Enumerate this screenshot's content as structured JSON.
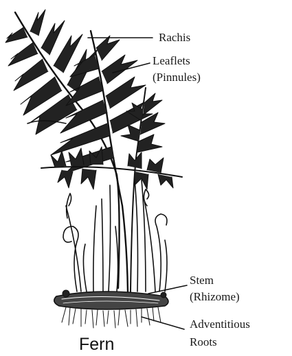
{
  "diagram": {
    "caption": "Fern",
    "labels": {
      "rachis": "Rachis",
      "leaflets_1": "Leaflets",
      "leaflets_2": "(Pinnules)",
      "stem_1": "Stem",
      "stem_2": "(Rhizome)",
      "roots_1": "Adventitious",
      "roots_2": "Roots"
    }
  }
}
